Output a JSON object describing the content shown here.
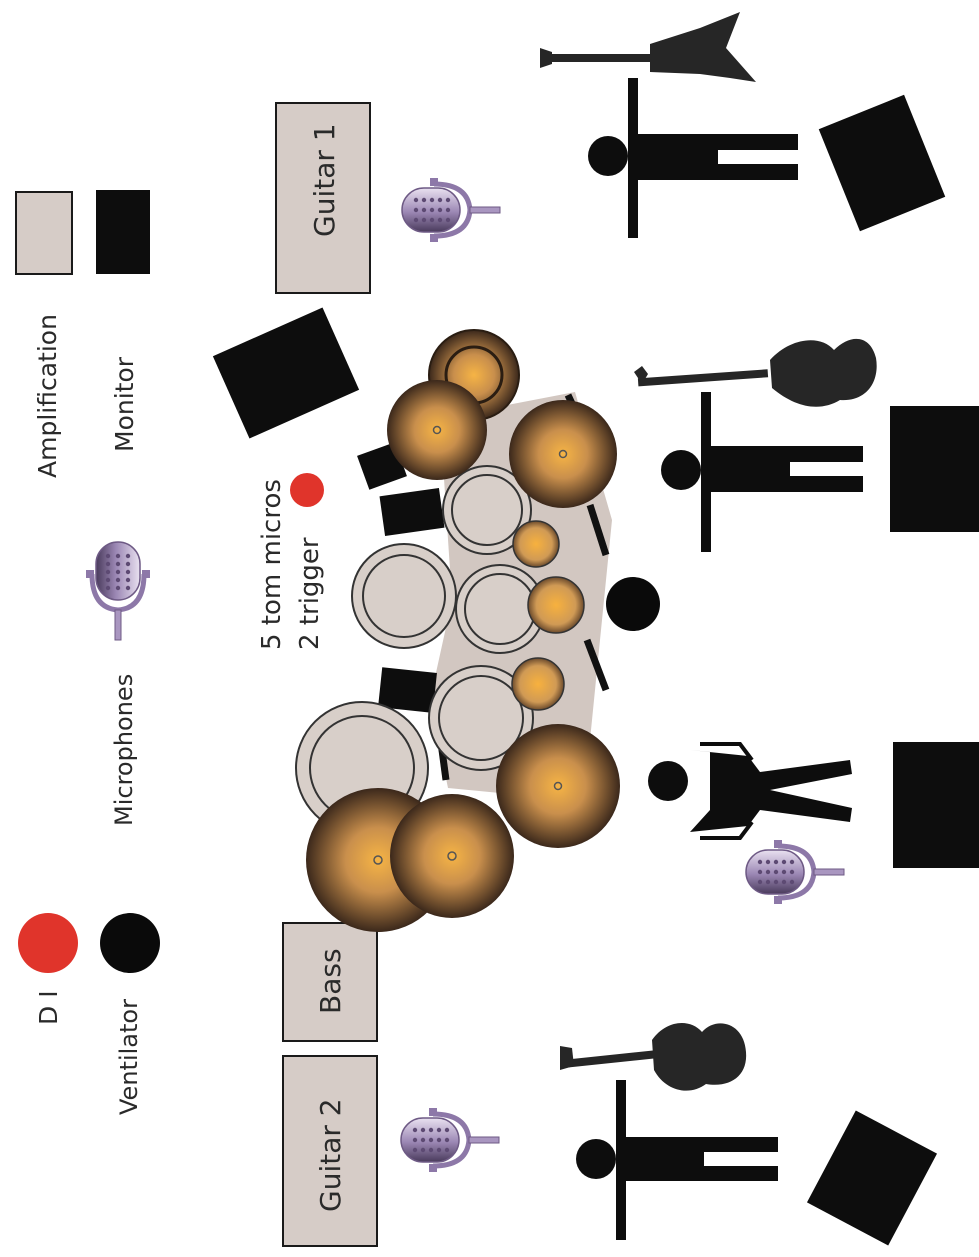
{
  "legend": {
    "amplification": "Amplification",
    "monitor": "Monitor",
    "microphones": "Microphones",
    "di": "D I",
    "ventilator": "Ventilator"
  },
  "amps": {
    "guitar1": "Guitar 1",
    "guitar2": "Guitar 2",
    "bass": "Bass"
  },
  "drum_note": {
    "line1": "5 tom micros",
    "line2": "2 trigger"
  },
  "colors": {
    "amp_fill": "#d6ccc7",
    "monitor": "#0d0d0d",
    "di_red": "#e0342b",
    "mic_purple": "#9a86b3",
    "drum_head": "#d8cfc9",
    "cymbal_center": "#f3b24a",
    "cymbal_edge": "#3e2a1c"
  },
  "icons": [
    "microphone-icon",
    "guitar-icon",
    "bass-guitar-icon",
    "person-icon",
    "cymbal-icon",
    "drum-icon"
  ]
}
